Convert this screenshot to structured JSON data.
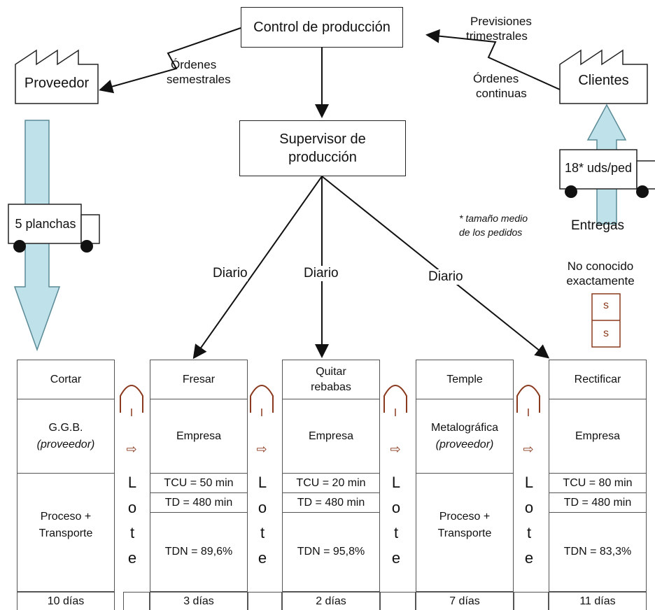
{
  "control": "Control de producción",
  "supervisor": [
    "Supervisor de",
    "producción"
  ],
  "proveedor": "Proveedor",
  "clientes": "Clientes",
  "ordenes_semestrales": [
    "Órdenes",
    "semestrales"
  ],
  "previsiones": [
    "Previsiones",
    "trimestrales"
  ],
  "ordenes_continuas": [
    "Órdenes",
    "continuas"
  ],
  "planchas": "5 planchas",
  "uds": "18* uds/ped",
  "entregas": "Entregas",
  "nota": [
    "* tamaño medio",
    "de los pedidos"
  ],
  "no_conocido": [
    "No conocido",
    "exactamente"
  ],
  "s": "s",
  "diario": "Diario",
  "inv": "I",
  "arrow": "⇨",
  "lote": [
    "L",
    "o",
    "t",
    "e"
  ],
  "processes": [
    {
      "name": "Cortar",
      "who": "G.G.B.",
      "who_sub": "(proveedor)",
      "info": [
        "Proceso +",
        "Transporte"
      ],
      "time": "10 días"
    },
    {
      "name": "Fresar",
      "who": "Empresa",
      "tcu": "TCU = 50 min",
      "td": "TD = 480 min",
      "tdn": "TDN = 89,6%",
      "time": "3 días"
    },
    {
      "name": "Quitar rebabas",
      "who": "Empresa",
      "tcu": "TCU = 20 min",
      "td": "TD = 480 min",
      "tdn": "TDN = 95,8%",
      "time": "2 días"
    },
    {
      "name": "Temple",
      "who": "Metalográfica",
      "who_sub": "(proveedor)",
      "info": [
        "Proceso +",
        "Transporte"
      ],
      "time": "7 días"
    },
    {
      "name": "Rectificar",
      "who": "Empresa",
      "tcu": "TCU = 80 min",
      "td": "TD = 480 min",
      "tdn": "TDN = 83,3%",
      "time": "11 días"
    }
  ]
}
